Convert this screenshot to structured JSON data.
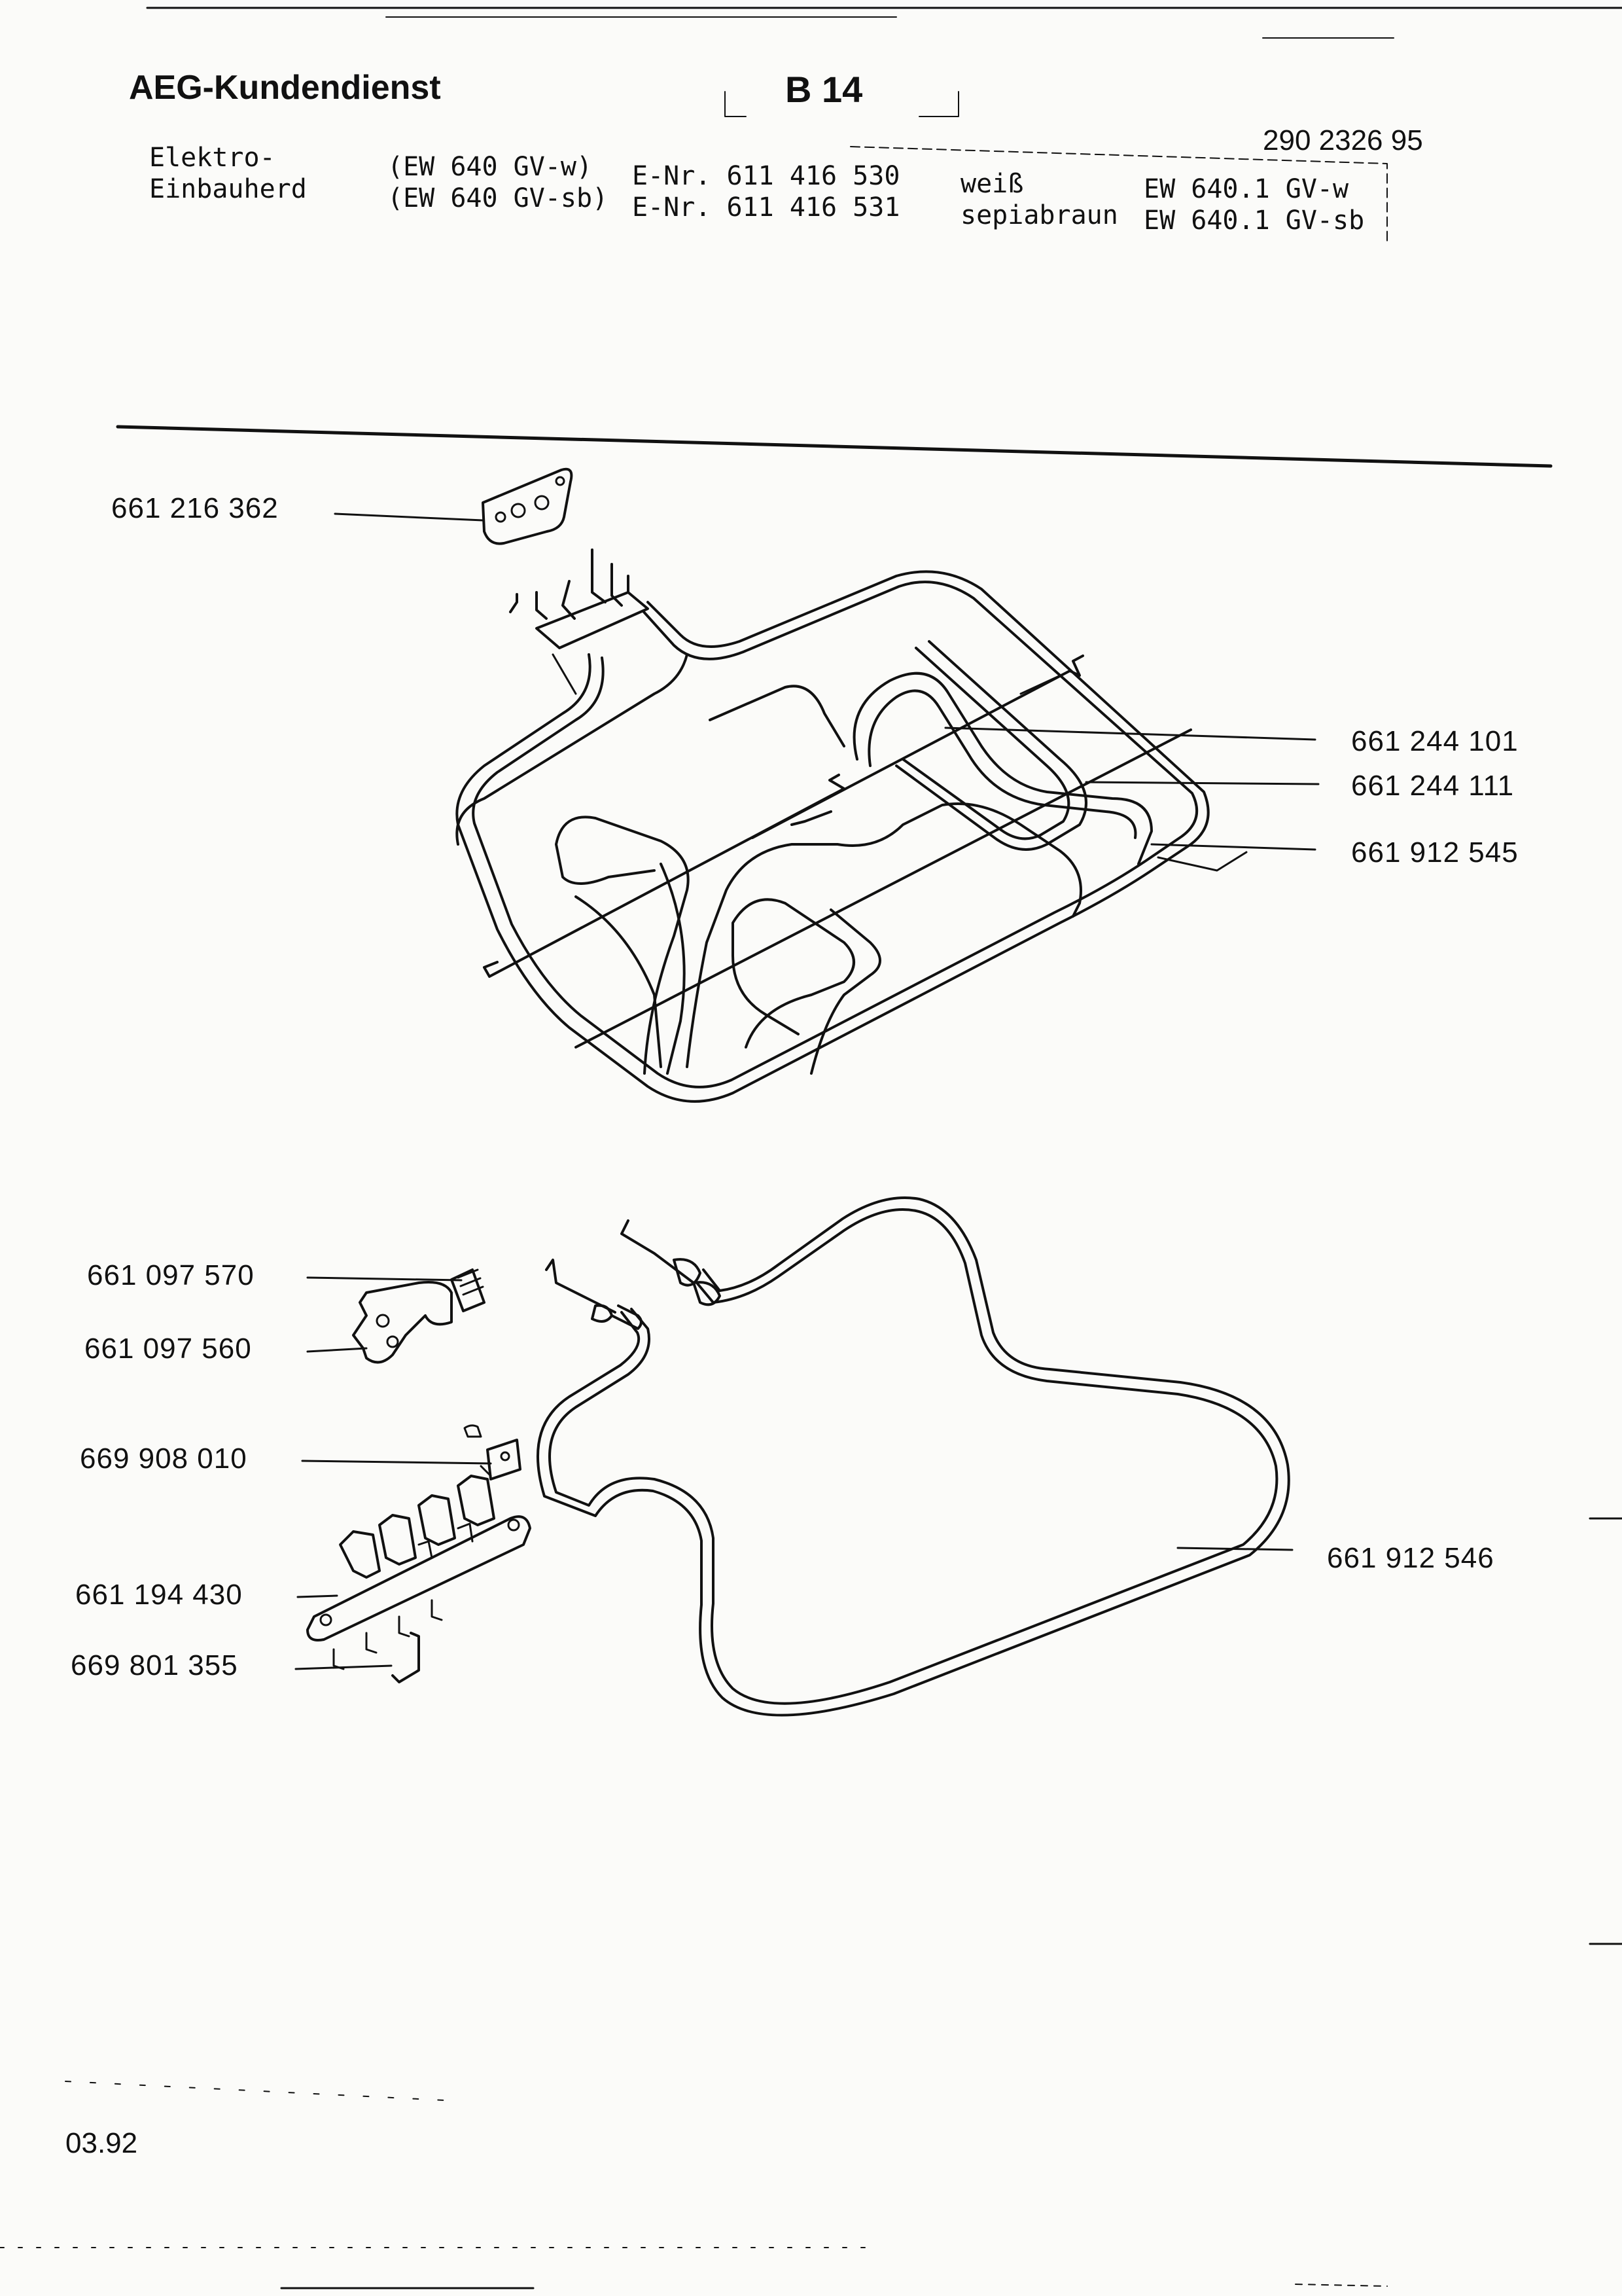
{
  "header": {
    "title": "AEG-Kundendienst",
    "section_code": "B 14",
    "doc_number": "290 2326 95"
  },
  "product": {
    "name_line1": "Elektro-",
    "name_line2": "Einbauherd",
    "variants": [
      {
        "model": "(EW 640 GV-w)",
        "enr": "E-Nr. 611 416 530",
        "color": "weiß",
        "type": "EW 640.1 GV-w"
      },
      {
        "model": "(EW 640 GV-sb)",
        "enr": "E-Nr. 611 416 531",
        "color": "sepiabraun",
        "type": "EW 640.1 GV-sb"
      }
    ]
  },
  "parts_upper": [
    {
      "number": "661 216 362"
    },
    {
      "number": "661 244 101"
    },
    {
      "number": "661 244 111"
    },
    {
      "number": "661 912 545"
    }
  ],
  "parts_lower": [
    {
      "number": "661 097 570"
    },
    {
      "number": "661 097 560"
    },
    {
      "number": "669 908 010"
    },
    {
      "number": "661 194 430"
    },
    {
      "number": "669 801 355"
    },
    {
      "number": "661 912 546"
    }
  ],
  "footer": {
    "date": "03.92"
  },
  "colors": {
    "ink": "#111111",
    "paper": "#fbfbf9"
  }
}
